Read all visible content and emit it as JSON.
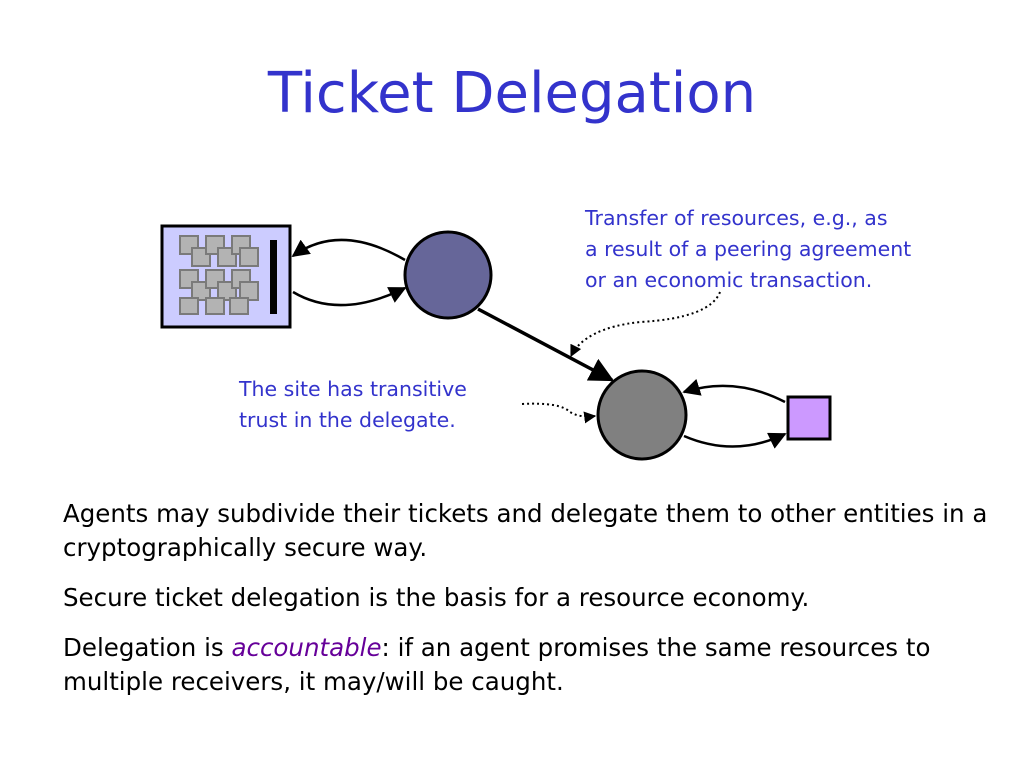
{
  "slide": {
    "title": "Ticket Delegation"
  },
  "diagram": {
    "annotations": {
      "transfer": "Transfer of resources, e.g., as\na result of a peering agreement\nor an economic transaction.",
      "trust": "The site has transitive\ntrust in the delegate."
    },
    "nodes": {
      "site": "server-rack-icon",
      "agent": "agent-circle",
      "delegate": "delegate-circle",
      "receiver": "receiver-square"
    },
    "colors": {
      "site_fill": "#ccccff",
      "site_grid": "#aaaaaa",
      "agent_fill": "#666699",
      "delegate_fill": "#808080",
      "receiver_fill": "#cc99ff",
      "annotation_text": "#3333cc"
    }
  },
  "bullets": {
    "b1": "Agents may subdivide their tickets and delegate them to other entities in a cryptographically secure way.",
    "b2": "Secure ticket delegation is the basis for a resource economy.",
    "b3_prefix": "Delegation is ",
    "b3_emphasis": "accountable",
    "b3_suffix": ": if an agent promises the same resources to multiple receivers, it may/will be caught."
  },
  "colors": {
    "title": "#3333cc",
    "body_text": "#000000",
    "emphasis": "#660099"
  }
}
